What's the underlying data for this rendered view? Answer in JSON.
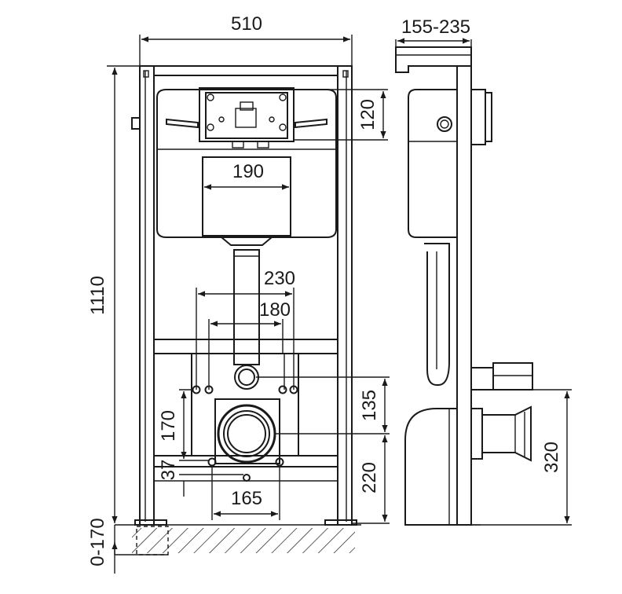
{
  "dimensions": {
    "frame_width": "510",
    "wall_depth": "155-235",
    "frame_height": "1110",
    "panel_height": "120",
    "panel_width": "190",
    "outer_bolt_spacing": "230",
    "inner_bolt_spacing": "180",
    "drain_to_flush": "135",
    "bolt_to_drain": "170",
    "drain_height": "220",
    "foot_offset": "37",
    "foot_spacing": "165",
    "floor_adjust": "0-170",
    "side_drain_height": "320"
  },
  "colors": {
    "line": "#1a1a1a",
    "background": "#ffffff"
  }
}
